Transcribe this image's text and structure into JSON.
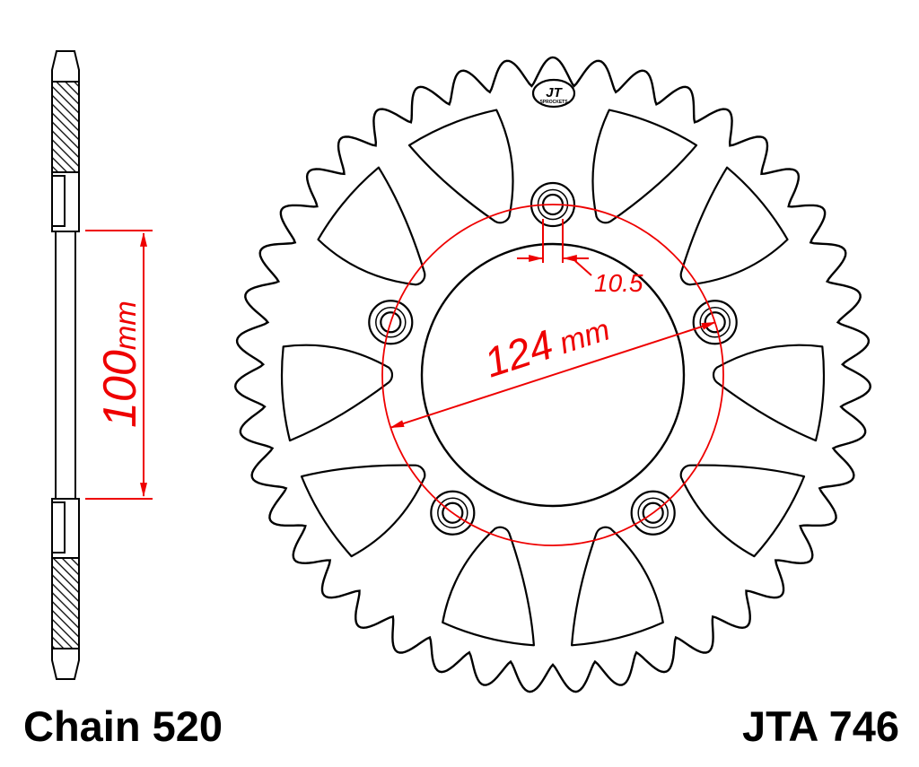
{
  "labels": {
    "chain": "Chain 520",
    "part_number": "JTA 746"
  },
  "dimensions": {
    "height_value": "100",
    "height_unit": "mm",
    "bolt_circle_value": "124",
    "bolt_circle_unit": "mm",
    "hole_diameter": "10.5"
  },
  "logo": {
    "text": "JT",
    "subtext": "SPROCKETS"
  },
  "colors": {
    "dimension_red": "#ee0000",
    "line_black": "#000000",
    "background": "#ffffff"
  }
}
